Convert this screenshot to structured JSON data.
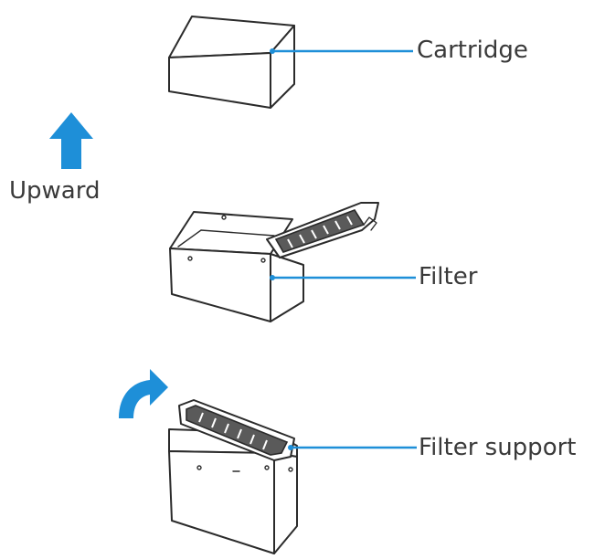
{
  "labels": {
    "cartridge": "Cartridge",
    "filter": "Filter",
    "filter_support": "Filter support",
    "upward": "Upward"
  },
  "colors": {
    "accent": "#1e8fd8",
    "line_art": "#2b2b2b",
    "text": "#3a3a3a"
  },
  "icons": {
    "upward_arrow": "arrow-up-icon",
    "curved_arrow": "arrow-curved-up-right-icon"
  }
}
